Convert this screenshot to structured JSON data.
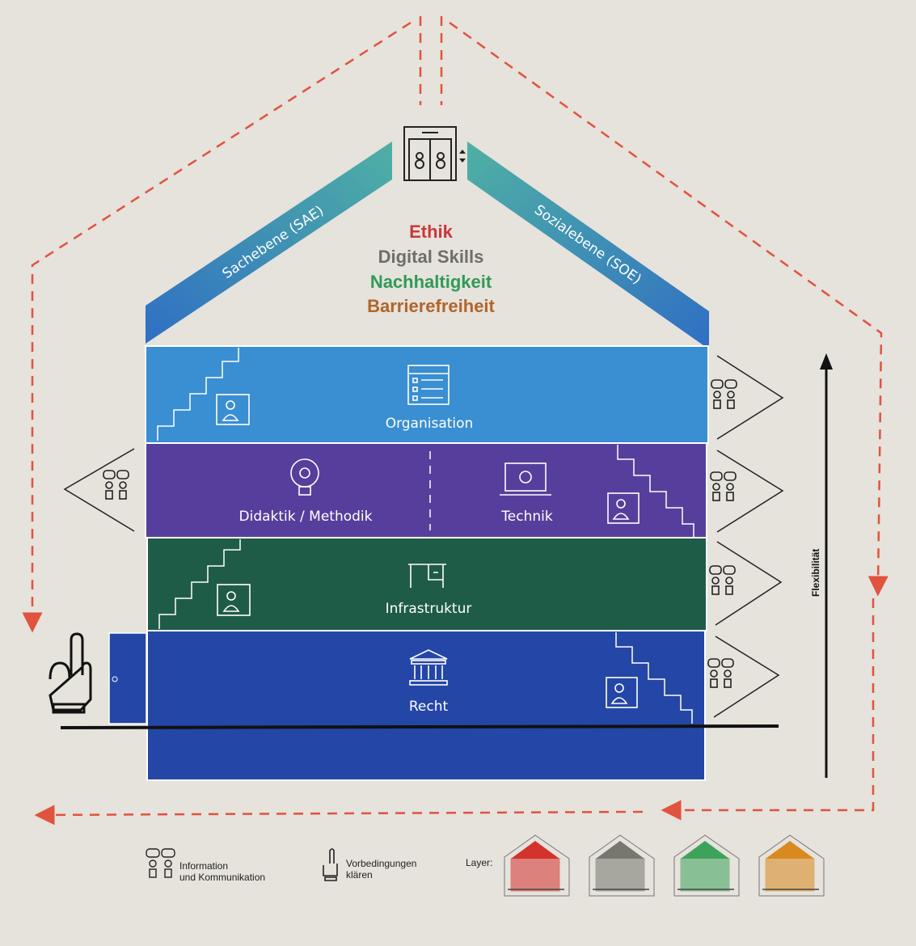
{
  "roof": {
    "left_band": "Sachebene (SAE)",
    "right_band": "Sozialebene (SOE)",
    "values": [
      {
        "label": "Ethik",
        "color": "#c8383a"
      },
      {
        "label": "Digital Skills",
        "color": "#6e6e6a"
      },
      {
        "label": "Nachhaltigkeit",
        "color": "#2f9a58"
      },
      {
        "label": "Barrierefreiheit",
        "color": "#b0652a"
      }
    ]
  },
  "layers": {
    "organisation": {
      "label": "Organisation",
      "color": "#3a8ed2"
    },
    "didaktik": {
      "label": "Didaktik / Methodik",
      "color": "#563f9c"
    },
    "technik": {
      "label": "Technik",
      "color": "#563f9c"
    },
    "infrastruktur": {
      "label": "Infrastruktur",
      "color": "#1f5c48"
    },
    "recht": {
      "label": "Recht",
      "color": "#2446a6"
    }
  },
  "axis": {
    "label": "Flexibilität"
  },
  "legend": {
    "info_line1": "Information",
    "info_line2": "und Kommunikation",
    "pre_line1": "Vorbedingungen",
    "pre_line2": "klären",
    "layer_label": "Layer:",
    "layer_colors": [
      "#d4322c",
      "#77776f",
      "#3ea35a",
      "#d98a1f"
    ]
  },
  "accent": "#e0533e"
}
